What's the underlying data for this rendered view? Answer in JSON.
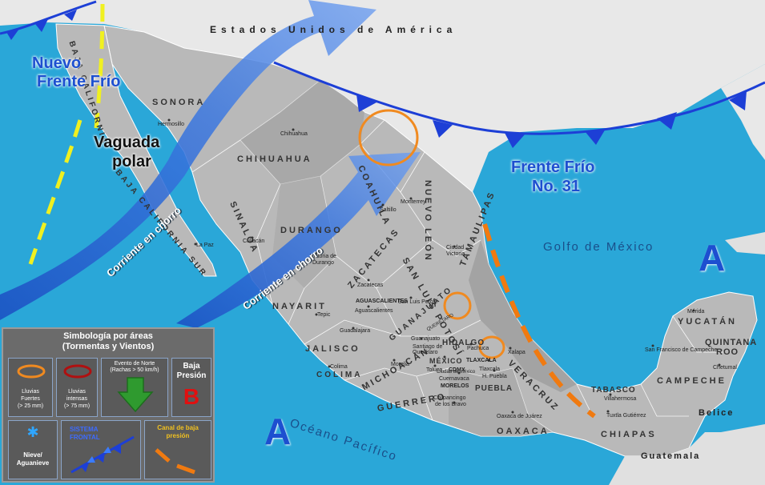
{
  "countries": {
    "usa": "Estados Unidos de América",
    "belize": "Belice",
    "guatemala": "Guatemala"
  },
  "seas": {
    "gulf": "Golfo de México",
    "pacific": "Océano Pacífico"
  },
  "states": {
    "sonora": "SONORA",
    "chihuahua": "CHIHUAHUA",
    "coahuila": "COAHUILA",
    "nuevo_leon": "NUEVO LEÓN",
    "tamaulipas": "TAMAULIPAS",
    "durango": "DURANGO",
    "sinaloa": "SINALOA",
    "zacatecas": "ZACATECAS",
    "san_luis_potosi": "SAN LUIS POTOSÍ",
    "nayarit": "NAYARIT",
    "aguascalientes": "AGUASCALIENTES",
    "jalisco": "JALISCO",
    "guanajuato": "GUANAJUATO",
    "queretaro": "QUERÉTARO",
    "hidalgo": "HIDALGO",
    "colima": "COLIMA",
    "michoacan": "MICHOACÁN",
    "mexico": "MÉXICO",
    "cdmx": "CDMX",
    "tlaxcala": "TLAXCALA",
    "morelos": "MORELOS",
    "puebla": "PUEBLA",
    "veracruz": "VERACRUZ",
    "guerrero": "GUERRERO",
    "oaxaca": "OAXACA",
    "tabasco": "TABASCO",
    "chiapas": "CHIAPAS",
    "campeche": "CAMPECHE",
    "yucatan": "YUCATÁN",
    "quintana_roo_1": "QUINTANA",
    "quintana_roo_2": "ROO",
    "baja_california": "BAJA CALIFORNIA",
    "baja_california_sur": "BAJA CALIFORNIA SUR"
  },
  "cities": {
    "hermosillo": "Hermosillo",
    "chihuahua": "Chihuahua",
    "saltillo": "Saltillo",
    "monterrey": "Monterrey",
    "ciudad_victoria_1": "Ciudad",
    "ciudad_victoria_2": "Victoria",
    "culiacan": "Culiacán",
    "victoria_de_durango": "Victoria de",
    "durango": "Durango",
    "zacatecas": "Zacatecas",
    "slp": "San Luis Potosí",
    "la_paz": "La Paz",
    "aguascalientes": "Aguascalientes",
    "tepic": "Tepic",
    "guadalajara": "Guadalajara",
    "colima": "Colima",
    "morelia": "Morelia",
    "queretaro_1": "Santiago de",
    "queretaro_2": "Querétaro",
    "pachuca": "Pachuca",
    "toluca": "Toluca",
    "cuernavaca": "Cuernavaca",
    "tlaxcala": "Tlaxcala",
    "puebla": "H. Puebla",
    "xalapa": "Xalapa",
    "chilpancingo_1": "Chilpancingo",
    "chilpancingo_2": "de los Bravo",
    "oaxaca": "Oaxaca de Juárez",
    "villahermosa": "Villahermosa",
    "tuxtla": "Tuxtla Gutiérrez",
    "campeche": "San Francisco de Campeche",
    "merida": "Mérida",
    "chetumal": "Chetumal",
    "mexico_city": "Ciudad de México",
    "guanajuato": "Guanajuato"
  },
  "weather": {
    "new_front_1": "Nuevo",
    "new_front_2": "Frente Frío",
    "trough_1": "Vaguada",
    "trough_2": "polar",
    "front31_1": "Frente Frío",
    "front31_2": "No. 31",
    "jet_1": "Corriente en chorro",
    "jet_2": "Corriente en chorro",
    "high_pacific": "A",
    "high_gulf": "A"
  },
  "legend": {
    "title_1": "Simbología por áreas",
    "title_2": "(Tormentas y Vientos)",
    "heavy_rain_1": "Lluvias",
    "heavy_rain_2": "Fuertes",
    "heavy_rain_3": "(> 25 mm)",
    "intense_rain_1": "Lluvias",
    "intense_rain_2": "intensas",
    "intense_rain_3": "(> 75 mm)",
    "north_event_1": "Evento de Norte",
    "north_event_2": "(Rachas > 50 km/h)",
    "low_1": "Baja",
    "low_2": "Presión",
    "low_symbol": "B",
    "snow_1": "Nieve/",
    "snow_2": "Aguanieve",
    "front_1": "SISTEMA",
    "front_2": "FRONTAL",
    "trough_1": "Canal de baja",
    "trough_2": "presión"
  },
  "colors": {
    "ocean": "#2aa7d8",
    "mexico_land": "#b8b8b8",
    "usa_land": "#e6e6e6",
    "front": "#1d3fd6",
    "trough": "#f0f020",
    "low_trough": "#f07a10",
    "heavy_rain": "#f08a20",
    "intense_rain": "#b01010",
    "low_pressure": "#e01010",
    "north_event": "#2f9a2f"
  }
}
